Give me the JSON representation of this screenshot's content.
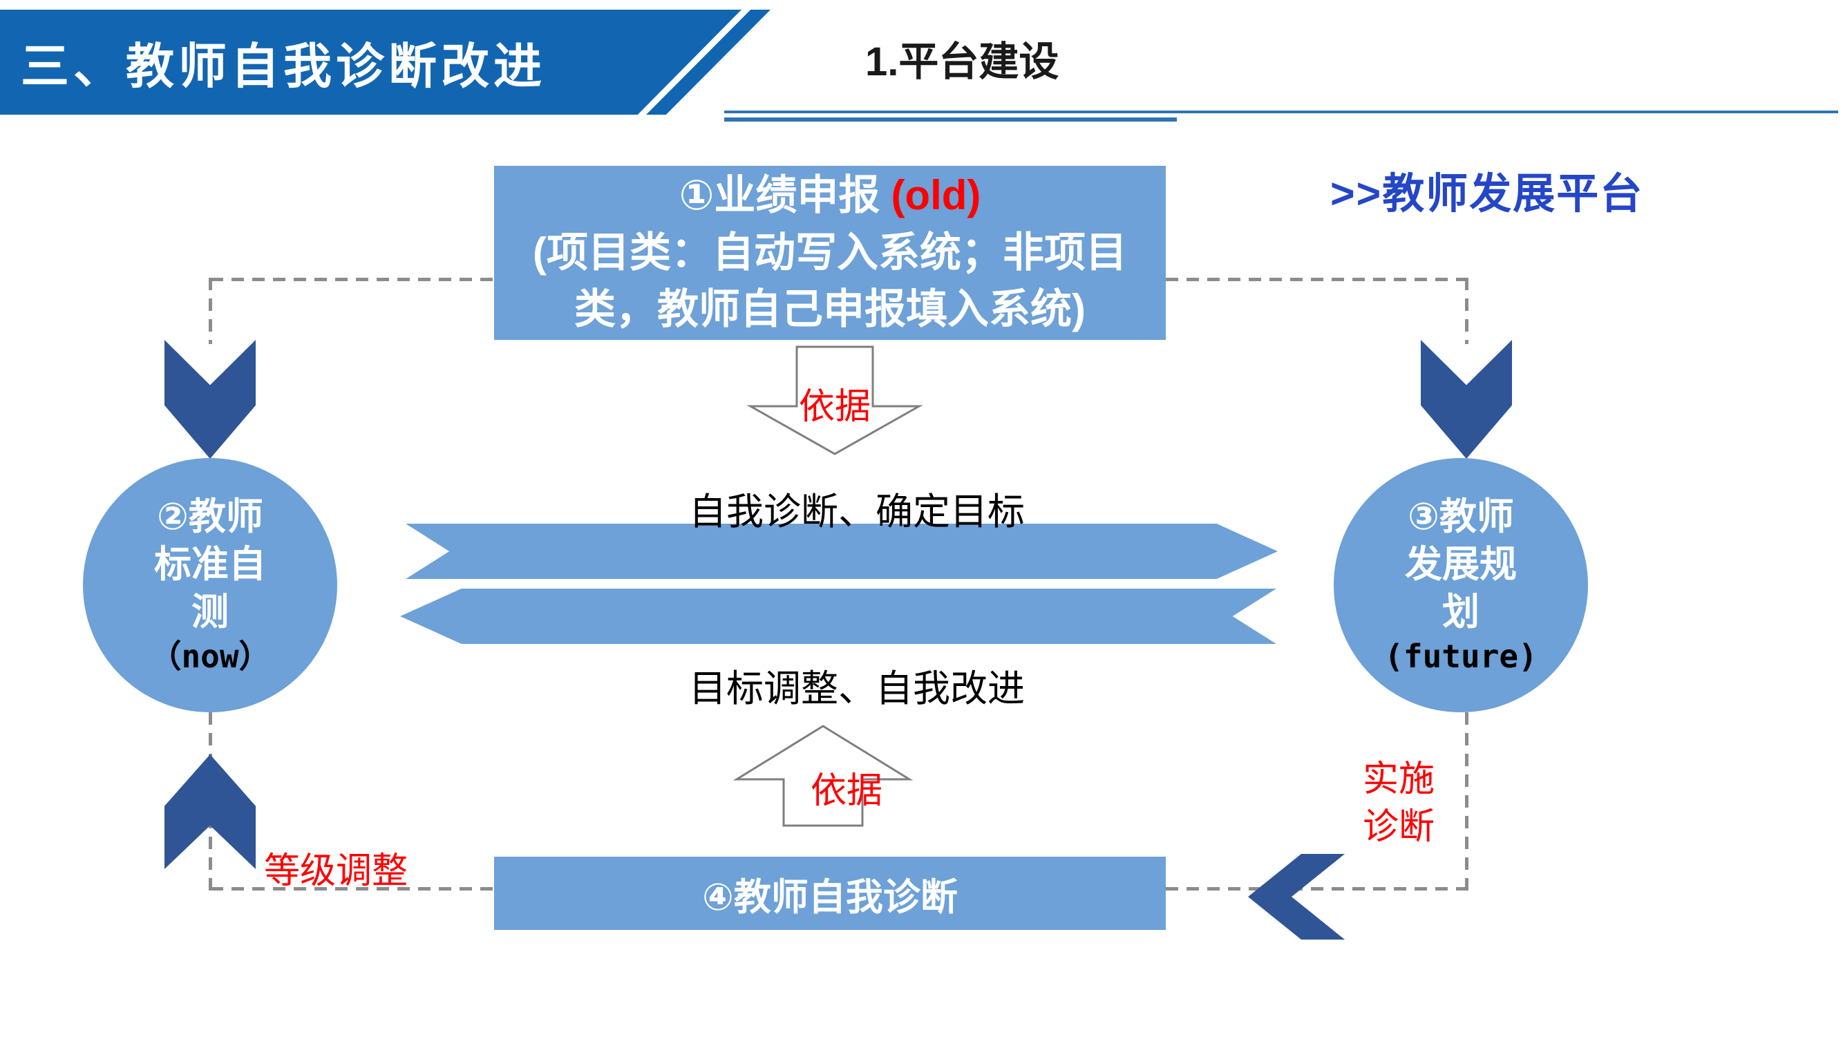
{
  "colors": {
    "banner_blue": "#1266B1",
    "box_blue": "#6DA1D7",
    "dark_arrow_blue": "#2F5597",
    "accent_red": "#FF0000",
    "platform_link_blue": "#2446C8",
    "underline_blue": "#2E74B5",
    "dashed_line_gray": "#8C8C8C"
  },
  "header": {
    "section_title": "三、教师自我诊断改进",
    "page_subtitle": "1.平台建设",
    "platform_link": ">>教师发展平台"
  },
  "diagram": {
    "top_box": {
      "line1": "①业绩申报",
      "line1_tag": "(old)",
      "line2": "(项目类：自动写入系统；非项目",
      "line3": "类，教师自己申报填入系统)"
    },
    "basis_label_top": "依据",
    "basis_label_bottom": "依据",
    "flow_right_label": "自我诊断、确定目标",
    "flow_left_label": "目标调整、自我改进",
    "left_circle": {
      "line1": "②教师",
      "line2": "标准自",
      "line3": "测",
      "tag": "（now）"
    },
    "right_circle": {
      "line1": "③教师",
      "line2": "发展规",
      "line3": "划",
      "tag": "(future)"
    },
    "bottom_box": {
      "title": "④教师自我诊断"
    },
    "grade_adjust_label": "等级调整",
    "implement_line1": "实施",
    "implement_line2": "诊断"
  }
}
